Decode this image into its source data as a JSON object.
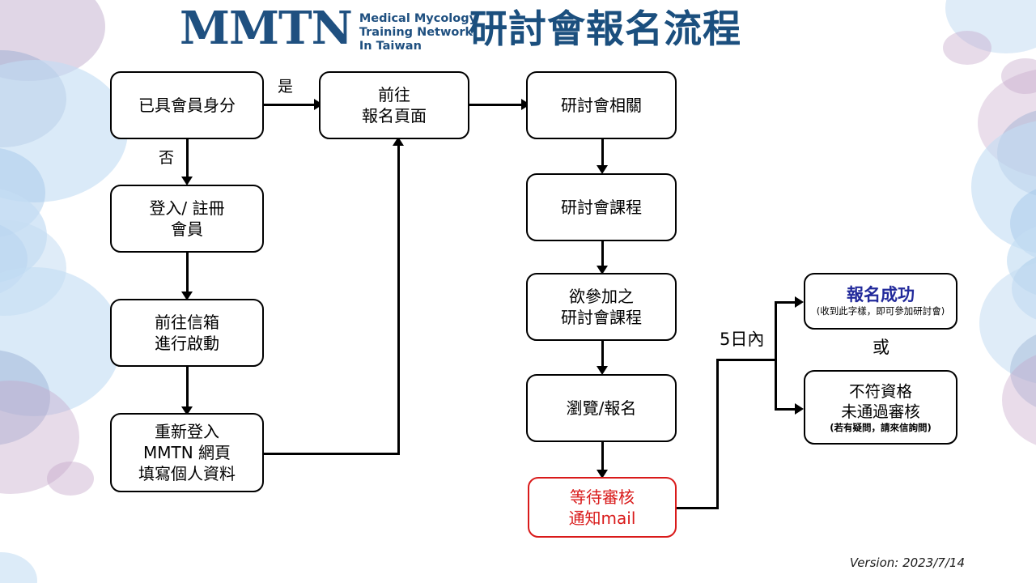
{
  "header": {
    "logo_mark": "MMTN",
    "logo_sub_lines": [
      "Medical Mycology",
      "Training Network",
      "In Taiwan"
    ],
    "title": "研討會報名流程"
  },
  "colors": {
    "title_blue": "#1b4f7e",
    "logo_blue": "#1f5080",
    "alert_red": "#d91a1a",
    "success_navy": "#222a9b",
    "line_black": "#000000",
    "bubble_lavender": "#cdc0da",
    "bubble_blue": "#cfe0f1"
  },
  "nodes": {
    "member_check": {
      "lines": [
        "已具會員身分"
      ]
    },
    "signup_page": {
      "lines": [
        "前往",
        "報名頁面"
      ]
    },
    "login_register": {
      "lines": [
        "登入/ 註冊",
        "會員"
      ]
    },
    "mail_activate": {
      "lines": [
        "前往信箱",
        "進行啟動"
      ]
    },
    "relogin_profile": {
      "lines": [
        "重新登入",
        "MMTN 網頁",
        "填寫個人資料"
      ]
    },
    "seminar_related": {
      "lines": [
        "研討會相關"
      ]
    },
    "seminar_course": {
      "lines": [
        "研討會課程"
      ]
    },
    "desired_course": {
      "lines": [
        "欲參加之",
        "研討會課程"
      ]
    },
    "browse_signup": {
      "lines": [
        "瀏覽/報名"
      ]
    },
    "await_review": {
      "lines": [
        "等待審核",
        "通知mail"
      ]
    },
    "success": {
      "title": "報名成功",
      "note": "(收到此字樣，即可參加研討會)"
    },
    "rejected": {
      "lines": [
        "不符資格",
        "未通過審核"
      ],
      "note": "(若有疑問，請來信詢問)"
    }
  },
  "edge_labels": {
    "yes": "是",
    "no": "否",
    "within_5_days": "5日內",
    "or": "或"
  },
  "footer": {
    "version": "Version: 2023/7/14"
  }
}
